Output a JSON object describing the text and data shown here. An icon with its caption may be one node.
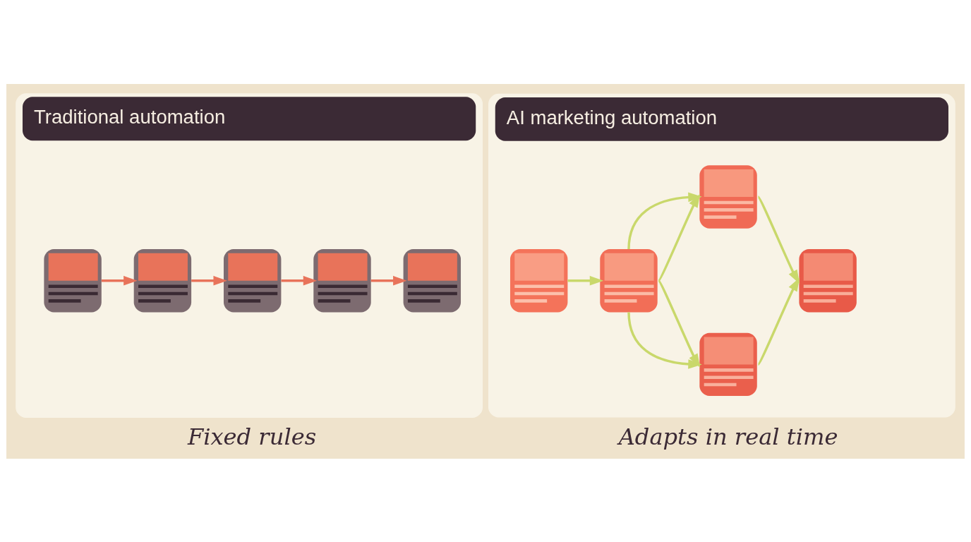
{
  "diagram": {
    "nodes": [
      {
        "text": [
          "Traditional automation"
        ],
        "beside": [
          "Fixed rules"
        ]
      },
      {
        "text": [],
        "shape": "box",
        "in": 0
      },
      {
        "text": [],
        "shape": "box",
        "in": 0
      },
      {
        "text": [],
        "shape": "box",
        "in": 0
      },
      {
        "text": [],
        "shape": "box",
        "in": 0
      },
      {
        "text": [],
        "shape": "box",
        "in": 0
      },
      {
        "text": [
          "AI marketing automation"
        ],
        "beside": [
          "Adapts in real time"
        ]
      },
      {
        "text": [],
        "shape": "box",
        "in": 6
      },
      {
        "text": [],
        "shape": "box",
        "in": 6
      },
      {
        "text": [],
        "shape": "box",
        "in": 6
      },
      {
        "text": [],
        "shape": "box",
        "in": 6
      },
      {
        "text": [],
        "shape": "box",
        "in": 6
      }
    ],
    "edges": [
      {
        "from": 1,
        "to": 2,
        "arrow": "to",
        "color": "#e8735a"
      },
      {
        "from": 2,
        "to": 3,
        "arrow": "to",
        "color": "#e8735a"
      },
      {
        "from": 3,
        "to": 4,
        "arrow": "to",
        "color": "#e8735a"
      },
      {
        "from": 4,
        "to": 5,
        "arrow": "to",
        "color": "#e8735a"
      },
      {
        "from": 7,
        "to": 8,
        "arrow": "to"
      },
      {
        "from": 8,
        "to": 9,
        "arrow": "to"
      },
      {
        "from": 8,
        "to": 9,
        "arrow": "to"
      },
      {
        "from": 8,
        "to": 10,
        "arrow": "to"
      },
      {
        "from": 8,
        "to": 10,
        "arrow": "to"
      },
      {
        "from": 9,
        "to": 11,
        "arrow": "to"
      },
      {
        "from": 10,
        "to": 11,
        "arrow": "to"
      }
    ]
  }
}
